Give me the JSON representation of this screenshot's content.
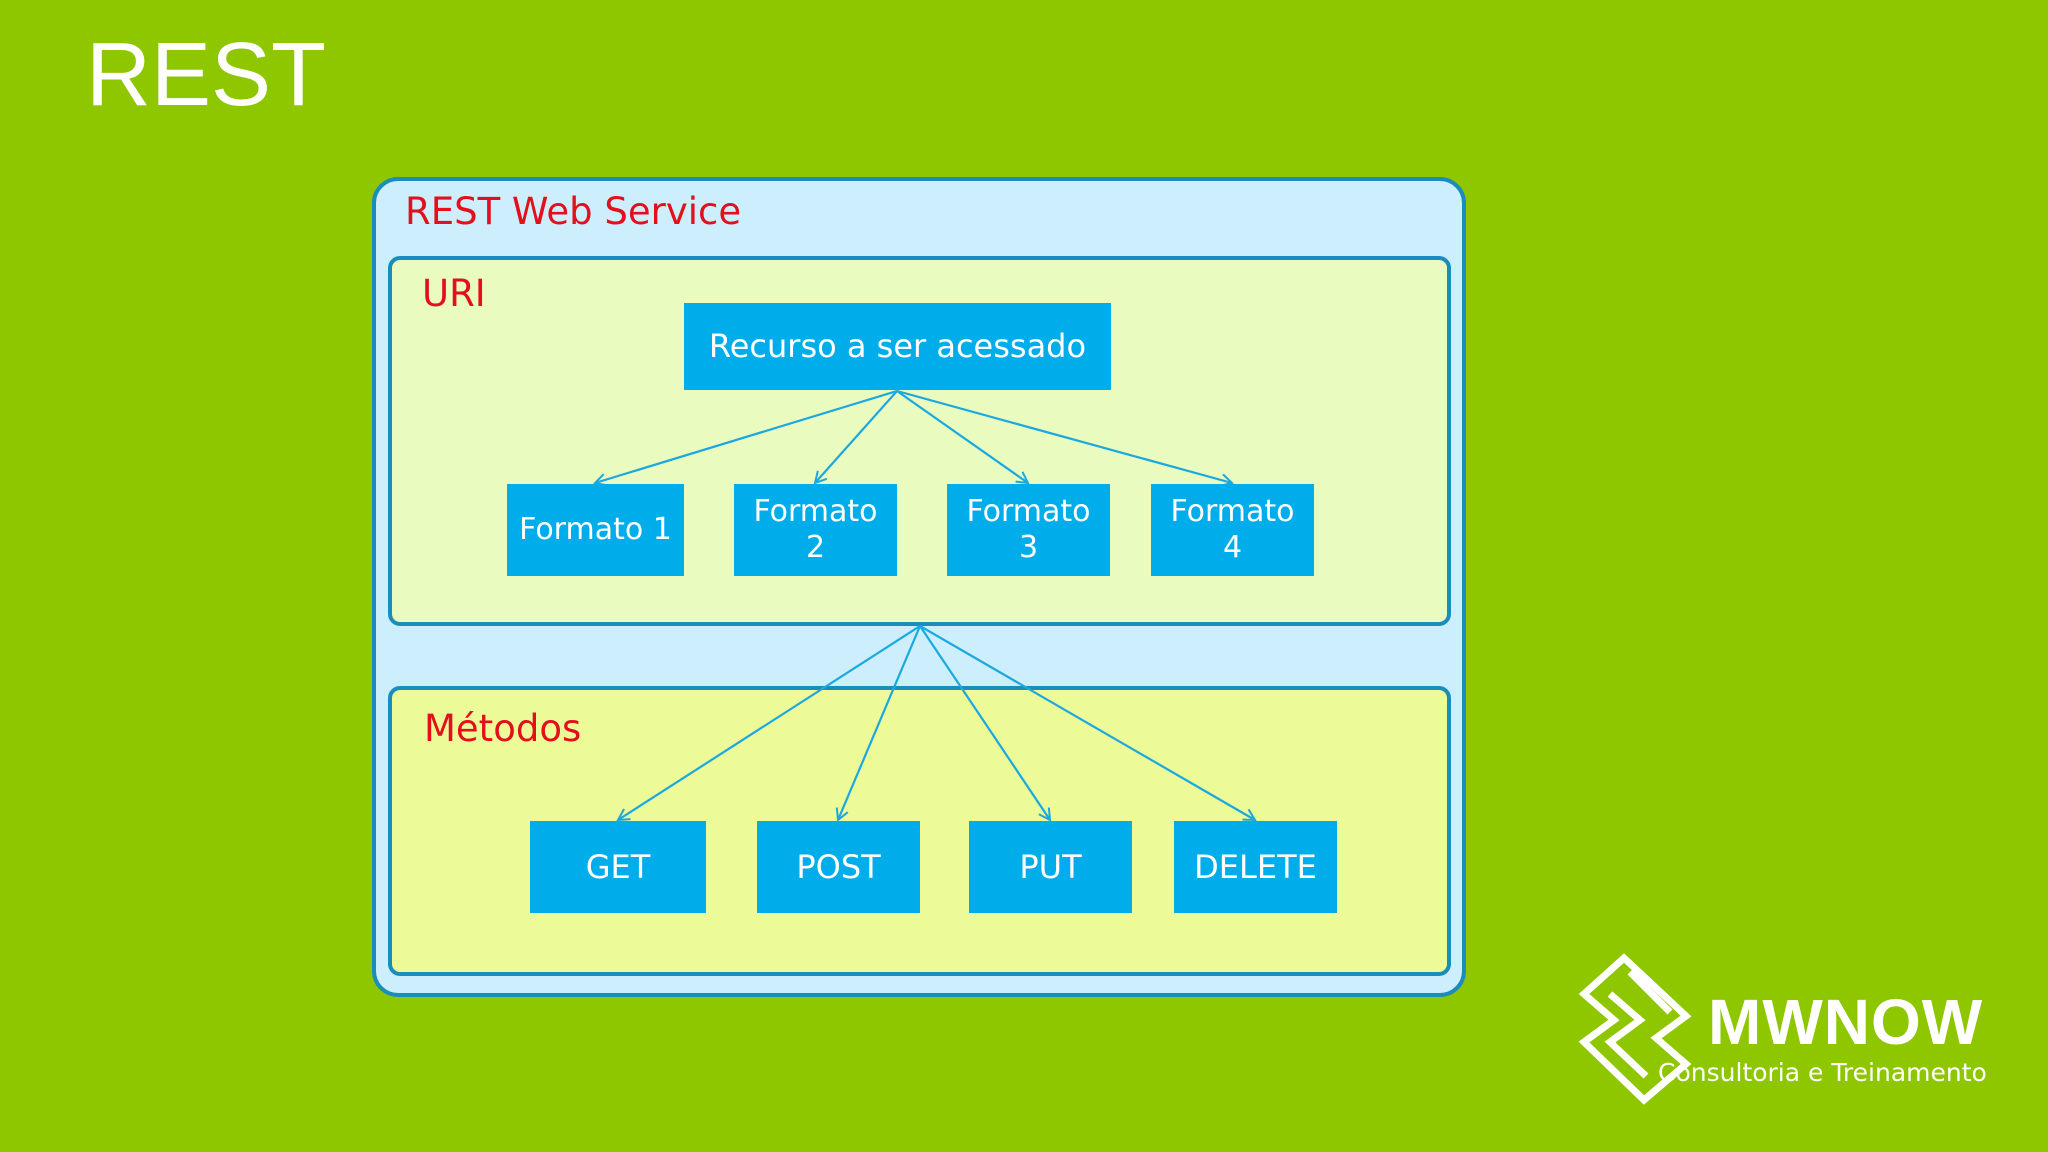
{
  "title": "REST",
  "diagram": {
    "outer_label": "REST Web Service",
    "uri": {
      "label": "URI",
      "resource": "Recurso a ser acessado",
      "formats": [
        "Formato 1",
        "Formato\n2",
        "Formato\n3",
        "Formato\n4"
      ]
    },
    "methods": {
      "label": "Métodos",
      "items": [
        "GET",
        "POST",
        "PUT",
        "DELETE"
      ]
    }
  },
  "logo": {
    "name": "MWNOW",
    "tagline": "Consultoria e Treinamento"
  },
  "colors": {
    "background": "#8ec600",
    "node": "#00adeb",
    "label": "#e30f1c",
    "border": "#1a8dbd"
  }
}
